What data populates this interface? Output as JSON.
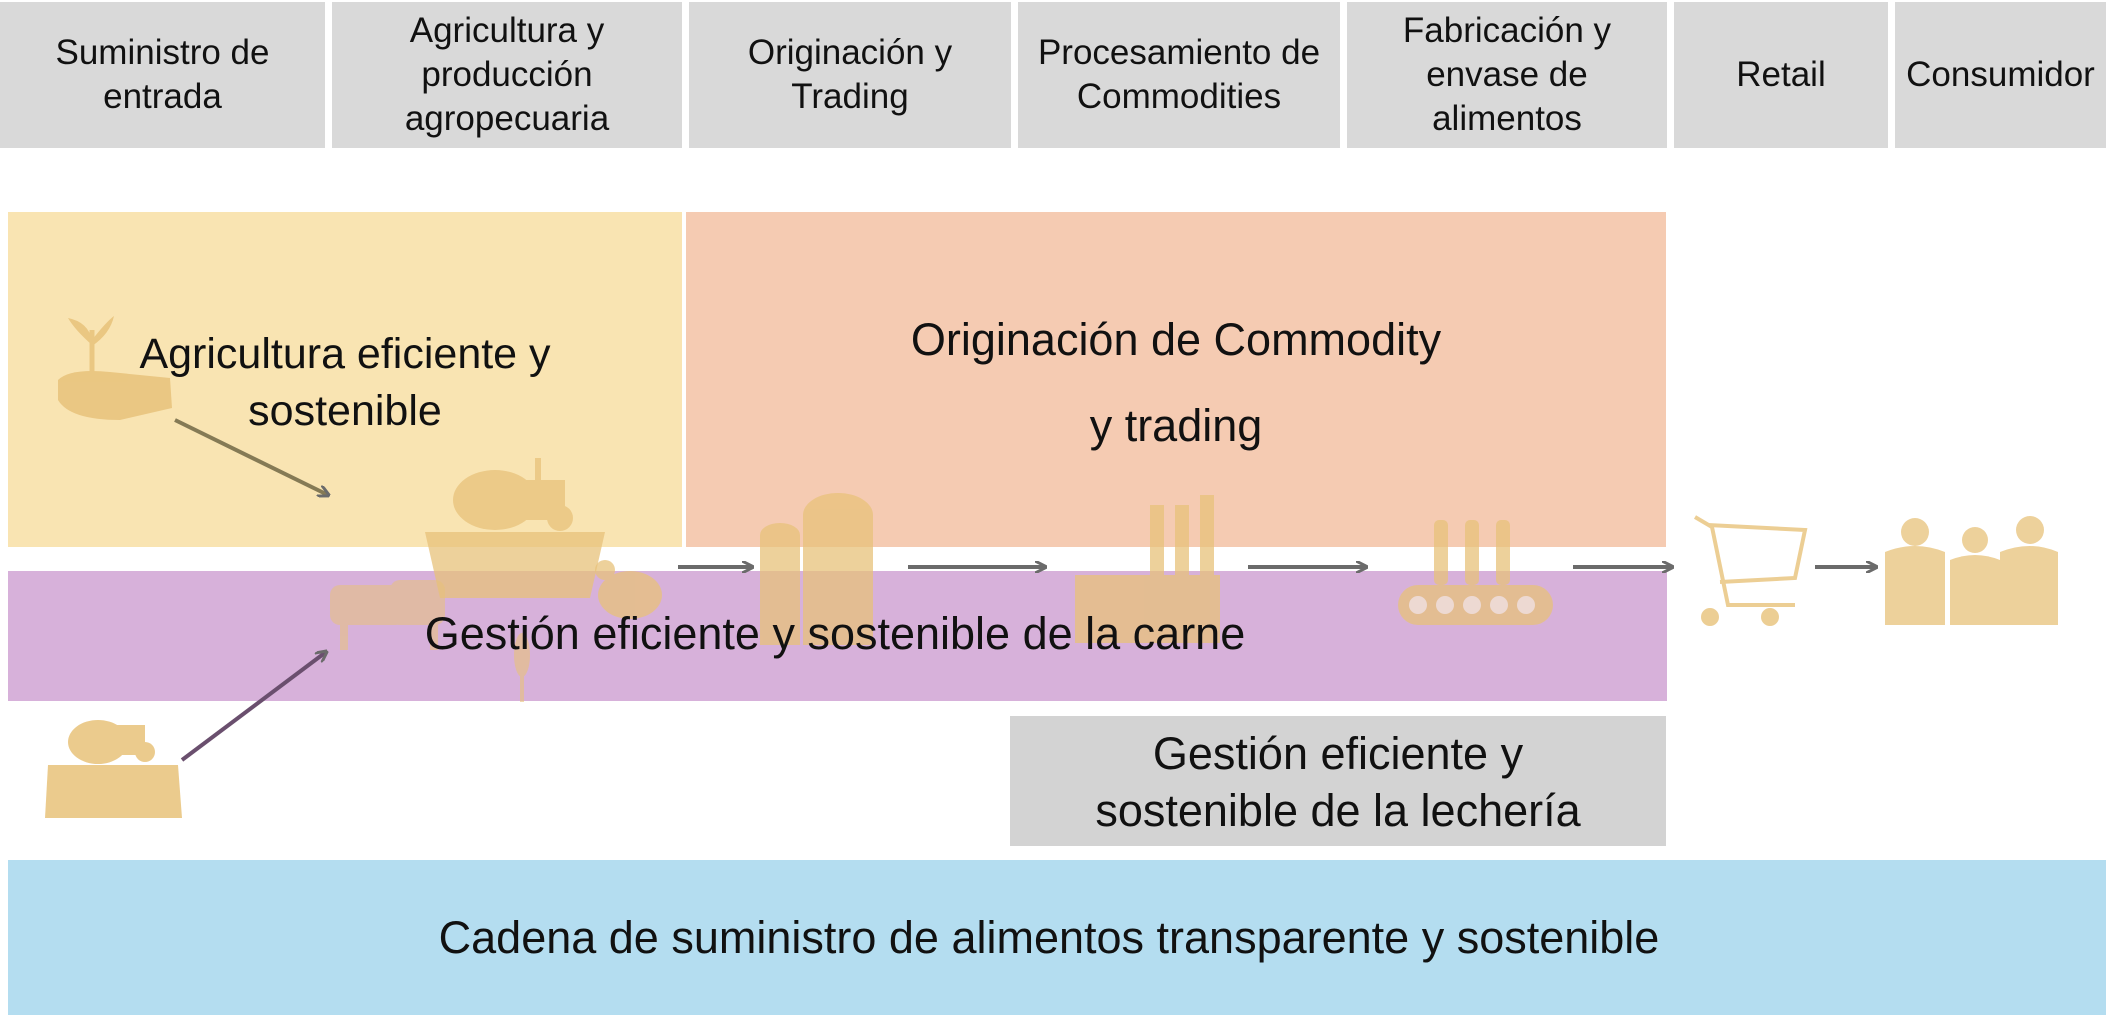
{
  "colors": {
    "stage_bg": "#d9d9d9",
    "agriculture": "#f9e4b2",
    "commodity": "#f5cbb2",
    "meat": "#d7b1da",
    "dairy": "#d3d3d3",
    "supply_chain": "#b4ddf0",
    "icon": "#e8c27a",
    "arrow": "#6b6b6b"
  },
  "stages": [
    "Suministro de\nentrada",
    "Agricultura y\nproducción\nagropecuaria",
    "Originación y\nTrading",
    "Procesamiento de\nCommodities",
    "Fabricación y\nenvase de\nalimentos",
    "Retail",
    "Consumidor"
  ],
  "bands": {
    "agriculture": "Agricultura eficiente y\nsostenible",
    "commodity_line1": "Originación de Commodity",
    "commodity_line2": "y trading",
    "meat": "Gestión eficiente y sostenible de la carne",
    "dairy": "Gestión eficiente y\nsostenible de la lechería",
    "supply_chain": "Cadena de suministro de alimentos transparente y sostenible"
  },
  "icons": [
    "seedling-hand-icon",
    "tractor-field-icon",
    "livestock-icon",
    "chicken-icon",
    "wheat-icon",
    "silo-icon",
    "factory-icon",
    "bottling-conveyor-icon",
    "shopping-cart-icon",
    "consumers-icon",
    "small-tractor-field-icon"
  ]
}
